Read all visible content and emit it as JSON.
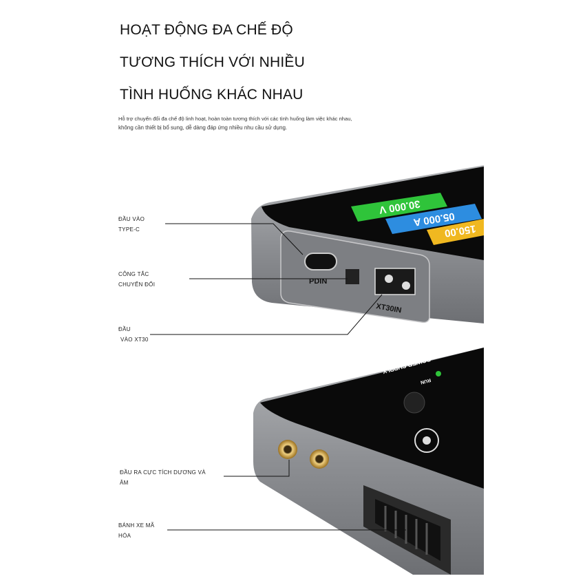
{
  "headline": {
    "lines": [
      "HOẠT ĐỘNG ĐA CHẾ ĐỘ",
      "TƯƠNG THÍCH VỚI NHIỀU",
      "TÌNH HUỐNG KHÁC NHAU"
    ]
  },
  "description": {
    "lines": [
      "Hỗ trợ chuyển đổi đa chế độ linh hoạt, hoàn toàn tương thích với các tình huống làm việc khác nhau,",
      "không cần thiết bị bổ sung, dễ dàng đáp ứng nhiều nhu cầu sử dụng."
    ]
  },
  "callouts": [
    {
      "line1": "ĐẦU VÀO",
      "line2": "TYPE-C"
    },
    {
      "line1": "CÔNG TẮC",
      "line2": "CHUYỂN ĐỔI"
    },
    {
      "line1": "ĐẦU",
      "line2": "VÀO XT30"
    },
    {
      "line1": "ĐẦU RA CỰC TÍCH DƯƠNG VÀ",
      "line2": "ÂM"
    },
    {
      "line1": "BÁNH XE MÃ",
      "line2": "HÓA"
    }
  ],
  "device": {
    "port_pd": "PDIN",
    "port_xt30": "XT30IN",
    "display_voltage": "30.000 V",
    "display_current": "05.000 A",
    "display_power": "150.00",
    "brand": "POWER SUPPLY",
    "run_label": "RUN",
    "colors": {
      "voltage": "#2fc43a",
      "current": "#2d8de0",
      "power": "#f0b820",
      "body": "#8e9094",
      "top": "#0a0a0a",
      "gold": "#c9a040"
    }
  }
}
